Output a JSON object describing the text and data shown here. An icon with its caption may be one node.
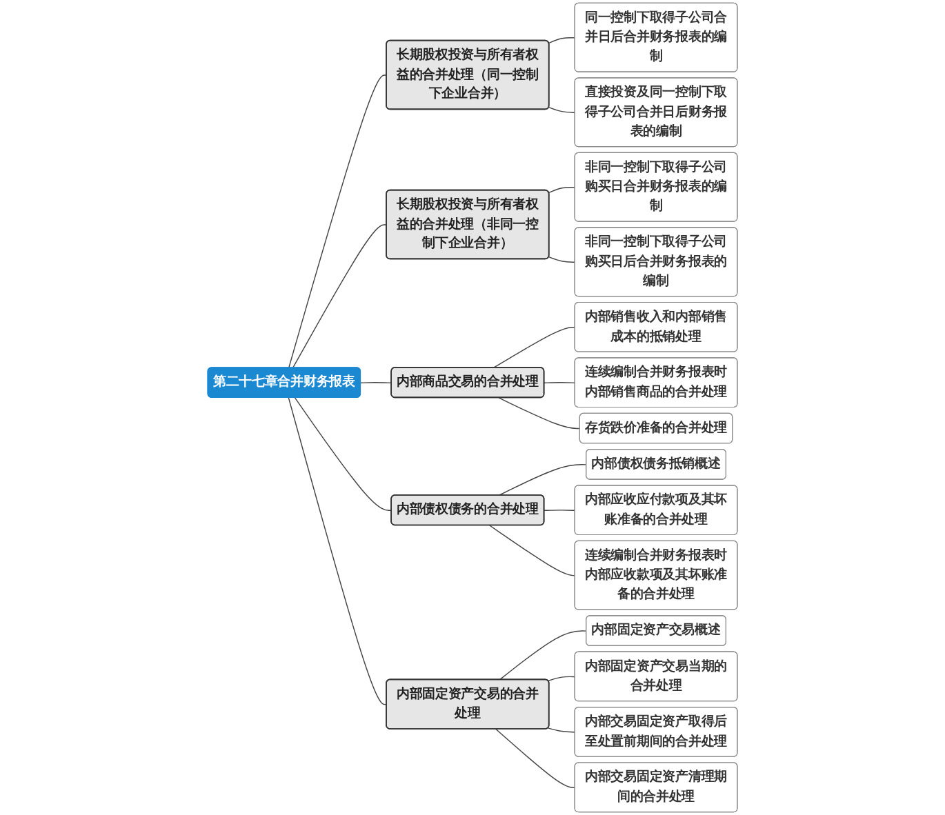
{
  "diagram": {
    "nodes": [
      {
        "text": [
          "第二十七章合并财务报表"
        ]
      },
      {
        "text": [
          "长期股权投资与所有者权益的合并处理（同一控制下企业合并）"
        ]
      },
      {
        "text": [
          "同一控制下取得子公司合并日后合并财务报表的编制"
        ]
      },
      {
        "text": [
          "直接投资及同一控制下取得子公司合并日后财务报表的编制"
        ]
      },
      {
        "text": [
          "长期股权投资与所有者权益的合并处理（非同一控制下企业合并）"
        ]
      },
      {
        "text": [
          "非同一控制下取得子公司购买日合并财务报表的编制"
        ]
      },
      {
        "text": [
          "非同一控制下取得子公司购买日后合并财务报表的编制"
        ]
      },
      {
        "text": [
          "内部商品交易的合并处理"
        ]
      },
      {
        "text": [
          "内部销售收入和内部销售成本的抵销处理"
        ]
      },
      {
        "text": [
          "连续编制合并财务报表时内部销售商品的合并处理"
        ]
      },
      {
        "text": [
          "存货跌价准备的合并处理"
        ]
      },
      {
        "text": [
          "内部债权债务的合并处理"
        ]
      },
      {
        "text": [
          "内部债权债务抵销概述"
        ]
      },
      {
        "text": [
          "内部应收应付款项及其坏账准备的合并处理"
        ]
      },
      {
        "text": [
          "连续编制合并财务报表时内部应收款项及其坏账准备的合并处理"
        ]
      },
      {
        "text": [
          "内部固定资产交易的合并处理"
        ]
      },
      {
        "text": [
          "内部固定资产交易概述"
        ]
      },
      {
        "text": [
          "内部固定资产交易当期的合并处理"
        ]
      },
      {
        "text": [
          "内部交易固定资产取得后至处置前期间的合并处理"
        ]
      },
      {
        "text": [
          "内部交易固定资产清理期间的合并处理"
        ]
      }
    ],
    "edges": [
      {
        "from": 0,
        "to": 1,
        "arrow": "none"
      },
      {
        "from": 1,
        "to": 2,
        "arrow": "none"
      },
      {
        "from": 1,
        "to": 3,
        "arrow": "none"
      },
      {
        "from": 0,
        "to": 4,
        "arrow": "none"
      },
      {
        "from": 4,
        "to": 5,
        "arrow": "none"
      },
      {
        "from": 4,
        "to": 6,
        "arrow": "none"
      },
      {
        "from": 0,
        "to": 7,
        "arrow": "none"
      },
      {
        "from": 7,
        "to": 8,
        "arrow": "none"
      },
      {
        "from": 7,
        "to": 9,
        "arrow": "none"
      },
      {
        "from": 7,
        "to": 10,
        "arrow": "none"
      },
      {
        "from": 0,
        "to": 11,
        "arrow": "none"
      },
      {
        "from": 11,
        "to": 12,
        "arrow": "none"
      },
      {
        "from": 11,
        "to": 13,
        "arrow": "none"
      },
      {
        "from": 11,
        "to": 14,
        "arrow": "none"
      },
      {
        "from": 0,
        "to": 15,
        "arrow": "none"
      },
      {
        "from": 15,
        "to": 16,
        "arrow": "none"
      },
      {
        "from": 15,
        "to": 17,
        "arrow": "none"
      },
      {
        "from": 15,
        "to": 18,
        "arrow": "none"
      },
      {
        "from": 15,
        "to": 19,
        "arrow": "none"
      }
    ]
  }
}
